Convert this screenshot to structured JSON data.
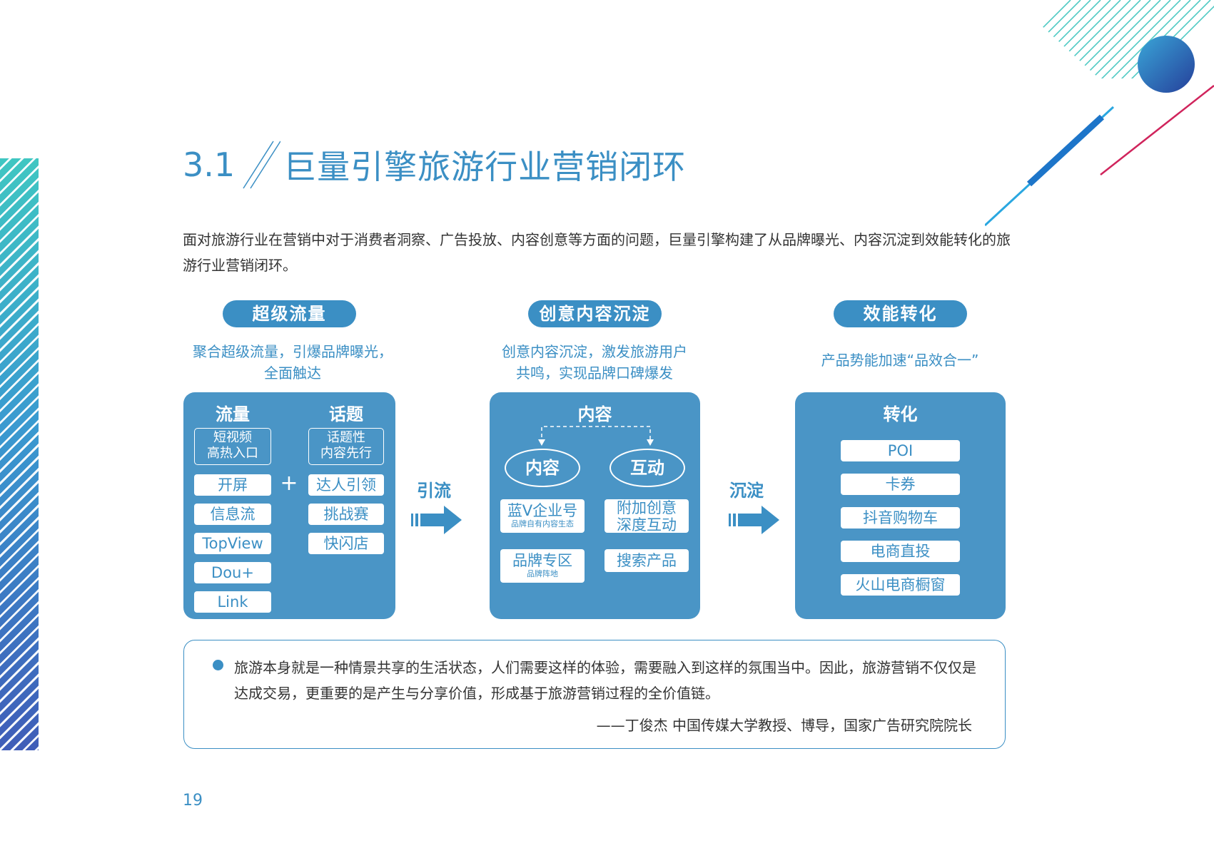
{
  "header": {
    "section_number": "3.1",
    "title": "巨量引擎旅游行业营销闭环"
  },
  "intro": "面对旅游行业在营销中对于消费者洞察、广告投放、内容创意等方面的问题，巨量引擎构建了从品牌曝光、内容沉淀到效能转化的旅游行业营销闭环。",
  "columns": {
    "traffic": {
      "pill": "超级流量",
      "desc_line1": "聚合超级流量，引爆品牌曝光，",
      "desc_line2": "全面触达",
      "liuliang": {
        "heading": "流量",
        "box_line1": "短视频",
        "box_line2": "高热入口",
        "items": [
          "开屏",
          "信息流",
          "TopView",
          "Dou+",
          "Link"
        ]
      },
      "plus": "+",
      "huati": {
        "heading": "话题",
        "box_line1": "话题性",
        "box_line2": "内容先行",
        "items": [
          "达人引领",
          "挑战赛",
          "快闪店"
        ]
      }
    },
    "flow1": "引流",
    "content": {
      "pill": "创意内容沉淀",
      "desc_line1": "创意内容沉淀，激发旅游用户",
      "desc_line2": "共鸣，实现品牌口碑爆发",
      "heading": "内容",
      "oval_left": "内容",
      "oval_right": "互动",
      "left_items": [
        {
          "main": "蓝V企业号",
          "sub": "品牌自有内容生态"
        },
        {
          "main": "品牌专区",
          "sub": "品牌阵地"
        }
      ],
      "right_item1_line1": "附加创意",
      "right_item1_line2": "深度互动",
      "right_item2": "搜索产品"
    },
    "flow2": "沉淀",
    "conversion": {
      "pill": "效能转化",
      "desc": "产品势能加速“品效合一”",
      "heading": "转化",
      "items": [
        "POI",
        "卡券",
        "抖音购物车",
        "电商直投",
        "火山电商橱窗"
      ]
    }
  },
  "quote": {
    "text": "旅游本身就是一种情景共享的生活状态，人们需要这样的体验，需要融入到这样的氛围当中。因此，旅游营销不仅仅是达成交易，更重要的是产生与分享价值，形成基于旅游营销过程的全价值链。",
    "attribution": "——丁俊杰  中国传媒大学教授、博导，国家广告研究院院长"
  },
  "page_number": "19",
  "colors": {
    "accent": "#3b8fc4",
    "panel": "#4a95c6",
    "stripe_top": "#3fc6c2",
    "stripe_bottom": "#3f5db8",
    "deco_red": "#d0245c"
  }
}
